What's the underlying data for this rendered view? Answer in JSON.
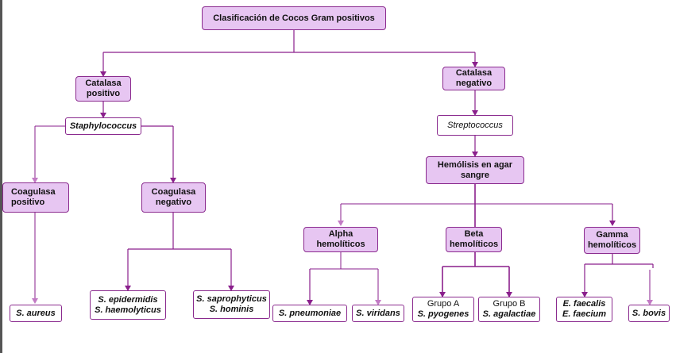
{
  "diagram": {
    "title": "Clasificación de Cocos Gram positivos",
    "catalasa_pos": [
      "Catalasa",
      "positivo"
    ],
    "catalasa_neg": [
      "Catalasa",
      "negativo"
    ],
    "staphylococcus": "Staphylococcus",
    "streptococcus": "Streptococcus",
    "coagulasa_pos": [
      "Coagulasa",
      "positivo"
    ],
    "coagulasa_neg": [
      "Coagulasa",
      "negativo"
    ],
    "hemolisis": [
      "Hemólisis en agar",
      "sangre"
    ],
    "alpha": [
      "Alpha",
      "hemolíticos"
    ],
    "beta": [
      "Beta",
      "hemolíticos"
    ],
    "gamma": [
      "Gamma",
      "hemolíticos"
    ],
    "s_aureus": "S. aureus",
    "epidermidis": [
      "S. epidermidis",
      "S. haemolyticus"
    ],
    "saprophyticus": [
      "S. saprophyticus",
      "S. hominis"
    ],
    "pneumoniae": "S. pneumoniae",
    "viridans": "S. viridans",
    "grupo_a": [
      "Grupo A",
      "S. pyogenes"
    ],
    "grupo_b": [
      "Grupo B",
      "S. agalactiae"
    ],
    "enterococcus": [
      "E. faecalis",
      "E. faecium"
    ],
    "bovis": "S. bovis"
  },
  "colors": {
    "purple_fill": "#e7c6f2",
    "line": "#8a1f8c",
    "border": "#8a2a8e"
  }
}
